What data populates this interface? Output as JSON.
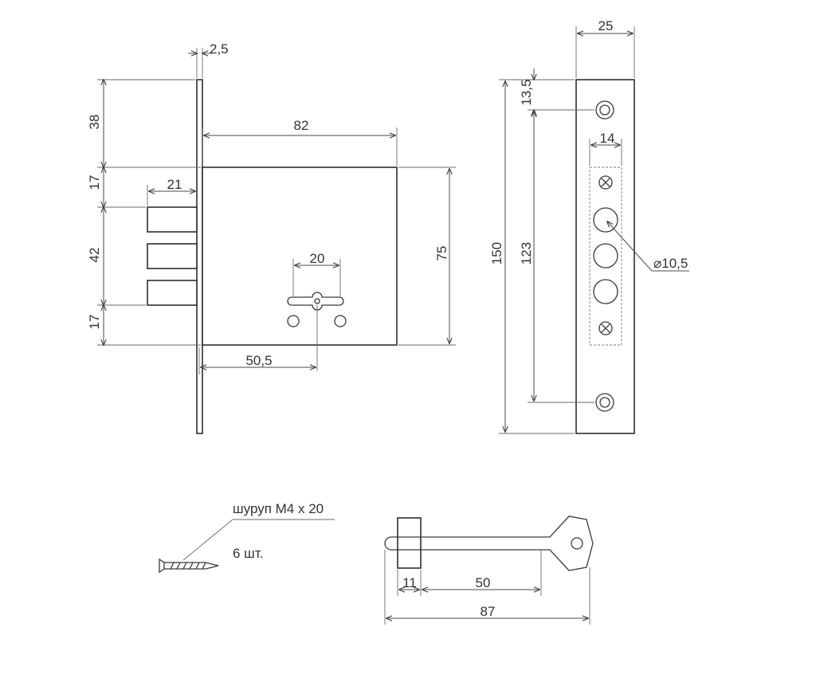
{
  "dimensions": {
    "faceplate_thickness": "2,5",
    "top_to_case": "38",
    "case_depth": "82",
    "bolt_margin_top": "17",
    "bolt_length": "21",
    "bolt_span": "42",
    "bolt_margin_bottom": "17",
    "keyhole_width": "20",
    "case_height": "75",
    "backset": "50,5",
    "plate_width": "25",
    "screw_hole_offset": "13,5",
    "bolt_hole_width": "14",
    "plate_height": "150",
    "screw_spacing": "123",
    "bolt_diameter": "⌀10,5",
    "key_collar": "11",
    "key_shaft": "50",
    "key_total": "87"
  },
  "notes": {
    "screw_label": "шуруп М4 х 20",
    "screw_qty": "6 шт."
  }
}
